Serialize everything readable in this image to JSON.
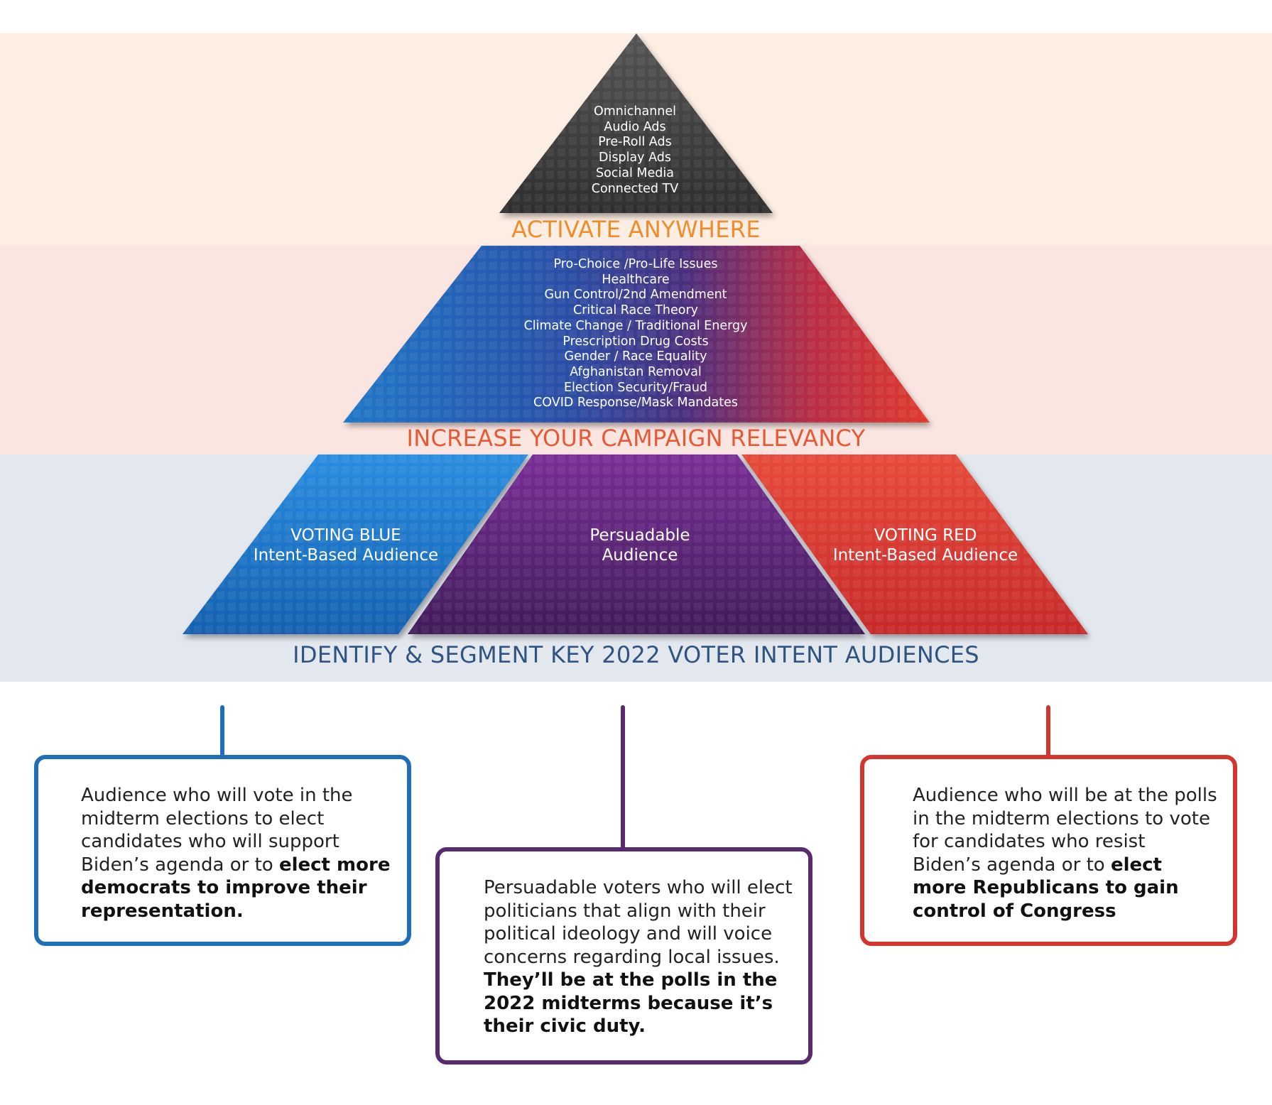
{
  "tiers": {
    "top": {
      "items": [
        "Omnichannel",
        "Audio Ads",
        "Pre-Roll Ads",
        "Display Ads",
        "Social Media",
        "Connected TV"
      ],
      "caption": "ACTIVATE ANYWHERE"
    },
    "middle": {
      "items": [
        "Pro-Choice /Pro-Life Issues",
        "Healthcare",
        "Gun Control/2nd Amendment",
        "Critical Race Theory",
        "Climate Change / Traditional Energy",
        "Prescription Drug Costs",
        "Gender / Race Equality",
        "Afghanistan Removal",
        "Election Security/Fraud",
        "COVID Response/Mask Mandates"
      ],
      "caption": "INCREASE YOUR CAMPAIGN RELEVANCY"
    },
    "bottom": {
      "caption": "IDENTIFY & SEGMENT KEY 2022 VOTER INTENT AUDIENCES",
      "segments": {
        "blue": {
          "line1": "VOTING BLUE",
          "line2": "Intent-Based Audience"
        },
        "purple": {
          "line1": "Persuadable",
          "line2": "Audience"
        },
        "red": {
          "line1": "VOTING RED",
          "line2": "Intent-Based Audience"
        }
      }
    }
  },
  "descriptions": {
    "blue": {
      "text": "Audience who will vote in the midterm elections to elect candidates who will support Biden’s agenda or to ",
      "bold": "elect more democrats to improve their representation."
    },
    "purple": {
      "text": "Persuadable voters who will elect politicians that align with their political ideology and will voice concerns regarding local issues. ",
      "bold": "They’ll be at the polls in the 2022 midterms because it’s their civic duty."
    },
    "red": {
      "text": "Audience who will be at the polls in the midterm elections to vote for candidates who resist Biden’s agenda or to ",
      "bold": "elect more Republicans to gain control of Congress"
    }
  },
  "colors": {
    "blue": "#1e6fb8",
    "purple": "#5a2a6e",
    "red": "#d2362f",
    "dark": "#3a3a3a",
    "caption_orange": "#ef8d2c",
    "caption_red": "#e45a35",
    "caption_navy": "#2f5480"
  }
}
